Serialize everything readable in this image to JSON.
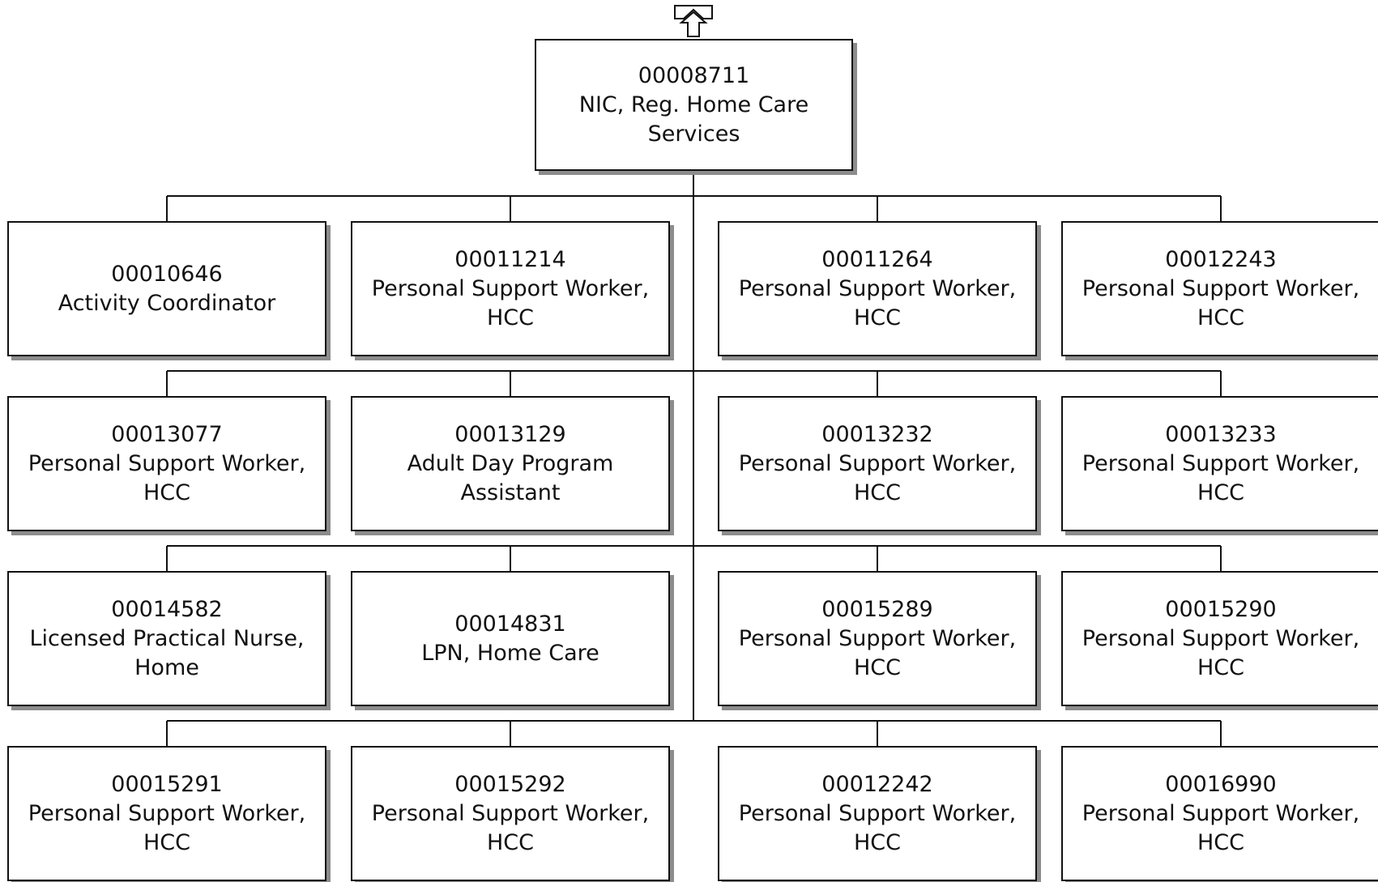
{
  "org_chart": {
    "root": {
      "id": "00008711",
      "title": "NIC, Reg. Home Care Services"
    },
    "rows": [
      [
        {
          "id": "00010646",
          "title": "Activity Coordinator"
        },
        {
          "id": "00011214",
          "title": "Personal Support Worker, HCC"
        },
        {
          "id": "00011264",
          "title": "Personal Support Worker, HCC"
        },
        {
          "id": "00012243",
          "title": "Personal Support Worker, HCC"
        }
      ],
      [
        {
          "id": "00013077",
          "title": "Personal Support Worker, HCC"
        },
        {
          "id": "00013129",
          "title": "Adult Day Program Assistant"
        },
        {
          "id": "00013232",
          "title": "Personal Support Worker, HCC"
        },
        {
          "id": "00013233",
          "title": "Personal Support Worker, HCC"
        }
      ],
      [
        {
          "id": "00014582",
          "title": "Licensed Practical Nurse, Home"
        },
        {
          "id": "00014831",
          "title": "LPN, Home Care"
        },
        {
          "id": "00015289",
          "title": "Personal Support Worker, HCC"
        },
        {
          "id": "00015290",
          "title": "Personal Support Worker, HCC"
        }
      ],
      [
        {
          "id": "00015291",
          "title": "Personal Support Worker, HCC"
        },
        {
          "id": "00015292",
          "title": "Personal Support Worker, HCC"
        },
        {
          "id": "00012242",
          "title": "Personal Support Worker, HCC"
        },
        {
          "id": "00016990",
          "title": "Personal Support Worker, HCC"
        }
      ]
    ],
    "icons": {
      "up_arrow": "up-arrow-icon"
    },
    "colors": {
      "line": "#111111",
      "box_fill": "#ffffff",
      "shadow": "#8c8c8c"
    }
  }
}
